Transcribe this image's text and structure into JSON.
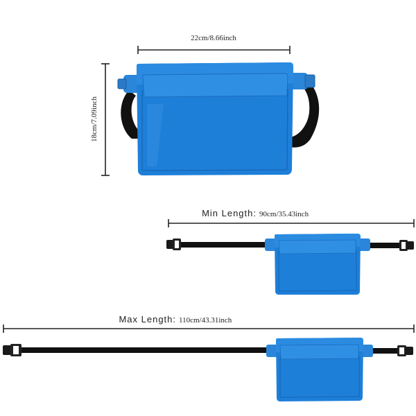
{
  "colors": {
    "bag_blue": "#1E7FD8",
    "bag_blue_dark": "#1467B8",
    "bag_blue_light": "#3E98E6",
    "strap_black": "#111111",
    "dimension_line": "#222222",
    "text": "#222222"
  },
  "dimensions": {
    "width_label": "22cm/8.66inch",
    "height_label": "18cm/7.09inch",
    "min_length": {
      "prefix": "Min Length:",
      "value": "90cm/35.43inch"
    },
    "max_length": {
      "prefix": "Max Length:",
      "value": "110cm/43.31inch"
    }
  },
  "icons": [
    "waterproof-waist-pouch-icon",
    "strap-buckle-icon"
  ]
}
